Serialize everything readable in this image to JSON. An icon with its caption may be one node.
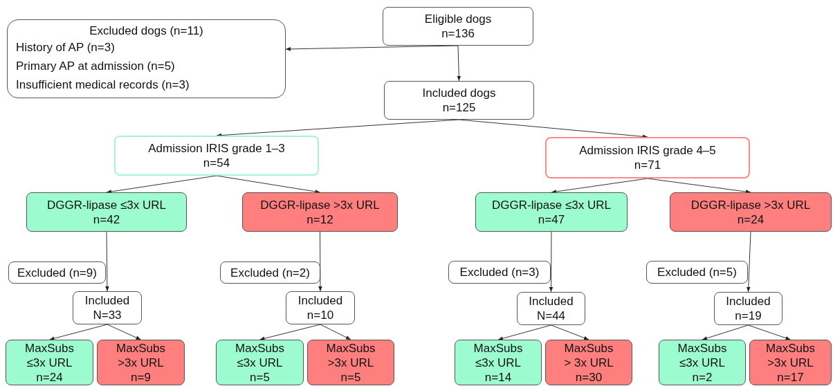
{
  "diagram": {
    "nodes": [
      {
        "text": [
          "Eligible dogs",
          "n=136"
        ]
      },
      {
        "text": [
          "Excluded dogs (n=11)",
          "History of AP (n=3)",
          "Primary AP at admission (n=5)",
          "Insufficient medical records (n=3)"
        ]
      },
      {
        "text": [
          "Included dogs",
          "n=125"
        ]
      },
      {
        "text": [
          "Admission IRIS grade 1–3",
          "n=54"
        ]
      },
      {
        "text": [
          "Admission IRIS grade 4–5",
          "n=71"
        ]
      },
      {
        "text": [
          "DGGR-lipase ≤3x URL",
          "n=42"
        ]
      },
      {
        "text": [
          "DGGR-lipase >3x URL",
          "n=12"
        ]
      },
      {
        "text": [
          "DGGR-lipase ≤3x URL",
          "n=47"
        ]
      },
      {
        "text": [
          "DGGR-lipase >3x URL",
          "n=24"
        ]
      },
      {
        "text": [
          "Excluded (n=9)"
        ]
      },
      {
        "text": [
          "Excluded (n=2)"
        ]
      },
      {
        "text": [
          "Excluded (n=3)"
        ]
      },
      {
        "text": [
          "Excluded (n=5)"
        ]
      },
      {
        "text": [
          "Included",
          "N=33"
        ]
      },
      {
        "text": [
          "Included",
          "n=10"
        ]
      },
      {
        "text": [
          "Included",
          "N=44"
        ]
      },
      {
        "text": [
          "Included",
          "n=19"
        ]
      },
      {
        "text": [
          "MaxSubs",
          "≤3x URL",
          "n=24"
        ]
      },
      {
        "text": [
          "MaxSubs",
          ">3x URL",
          "n=9"
        ]
      },
      {
        "text": [
          "MaxSubs",
          "≤3x URL",
          "n=5"
        ]
      },
      {
        "text": [
          "MaxSubs",
          ">3x URL",
          "n=5"
        ]
      },
      {
        "text": [
          "MaxSubs",
          "≤3x URL",
          "n=14"
        ]
      },
      {
        "text": [
          "MaxSubs",
          "> 3x URL",
          "n=30"
        ]
      },
      {
        "text": [
          "MaxSubs",
          "≤3x URL",
          "n=2"
        ]
      },
      {
        "text": [
          "MaxSubs",
          ">3x URL",
          "n=17"
        ]
      }
    ],
    "edges": [
      {
        "from": 0,
        "to": 1,
        "arrow": "to"
      },
      {
        "from": 0,
        "to": 2,
        "arrow": "to"
      },
      {
        "from": 2,
        "to": 3,
        "arrow": "to"
      },
      {
        "from": 2,
        "to": 4,
        "arrow": "to"
      },
      {
        "from": 3,
        "to": 5,
        "arrow": "to"
      },
      {
        "from": 3,
        "to": 6,
        "arrow": "to"
      },
      {
        "from": 4,
        "to": 7,
        "arrow": "to"
      },
      {
        "from": 4,
        "to": 8,
        "arrow": "to"
      },
      {
        "from": 5,
        "to": 13,
        "arrow": "to"
      },
      {
        "from": 6,
        "to": 14,
        "arrow": "to"
      },
      {
        "from": 7,
        "to": 15,
        "arrow": "to"
      },
      {
        "from": 8,
        "to": 16,
        "arrow": "to"
      },
      {
        "from": 13,
        "to": 17,
        "arrow": "to"
      },
      {
        "from": 13,
        "to": 18,
        "arrow": "to"
      },
      {
        "from": 14,
        "to": 19,
        "arrow": "to"
      },
      {
        "from": 14,
        "to": 20,
        "arrow": "to"
      },
      {
        "from": 15,
        "to": 21,
        "arrow": "to"
      },
      {
        "from": 15,
        "to": 22,
        "arrow": "to"
      },
      {
        "from": 16,
        "to": 23,
        "arrow": "to"
      },
      {
        "from": 16,
        "to": 24,
        "arrow": "to"
      }
    ]
  }
}
